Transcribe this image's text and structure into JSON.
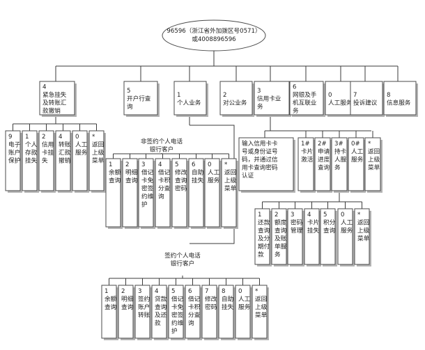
{
  "root": {
    "line1": "96596（浙江省外加拨区号0571）",
    "line2": "或4008896596"
  },
  "level1": [
    {
      "id": "L1_emergency",
      "text": "4\n紧急挂失\n及转账汇\n款撤销"
    },
    {
      "id": "L1_open",
      "text": "5\n开户行查\n询"
    },
    {
      "id": "L1_personal",
      "text": "1\n个人业务"
    },
    {
      "id": "L1_corporate",
      "text": "2\n对公业务"
    },
    {
      "id": "L1_credit",
      "text": "3\n信用卡业\n务"
    },
    {
      "id": "L1_online",
      "text": "6\n网银及手\n机互联业\n务"
    },
    {
      "id": "L1_manual",
      "text": "0\n人工服务"
    },
    {
      "id": "L1_complaint",
      "text": "7\n投诉建议"
    },
    {
      "id": "L1_info",
      "text": "8\n信息服务"
    }
  ],
  "emergency_children": [
    {
      "text": "9\n电子\n账户\n保护"
    },
    {
      "text": "1\n个人\n存款\n挂失"
    },
    {
      "text": "2\n信用\n卡挂\n失"
    },
    {
      "text": "4\n转账\n汇款\n撤销"
    },
    {
      "text": "0\n人工\n服务"
    },
    {
      "text": "*\n返回\n上级\n菜单"
    }
  ],
  "personal": {
    "nonsigned_label": "非签约个人电话\n银行客户",
    "signed_label": "签约个人电话\n银行客户",
    "nonsigned_children": [
      {
        "text": "1\n余额\n查询"
      },
      {
        "text": "2\n明细\n查询"
      },
      {
        "text": "3\n借记\n卡免\n密签\n约维\n护"
      },
      {
        "text": "4\n借记\n卡积\n分查\n询"
      },
      {
        "text": "5\n修改\n查询\n密码"
      },
      {
        "text": "6\n自助\n挂失"
      },
      {
        "text": "0\n人工\n服务"
      },
      {
        "text": "*\n返回\n上级\n菜单"
      }
    ],
    "signed_children": [
      {
        "text": "1\n余额\n查询"
      },
      {
        "text": "2\n明细\n查询"
      },
      {
        "text": "3\n签约\n账户\n转账"
      },
      {
        "text": "4\n贷款\n查询\n及还\n款"
      },
      {
        "text": "5\n借记\n卡免\n密签\n约维\n护"
      },
      {
        "text": "6\n借记\n卡积\n分查\n询"
      },
      {
        "text": "7\n修改\n密码"
      },
      {
        "text": "8\n自助\n挂失"
      },
      {
        "text": "0\n人工\n服务"
      },
      {
        "text": "*\n返回\n上级\n菜单"
      }
    ]
  },
  "credit": {
    "auth_box": "输入信用卡卡\n号或身份证号\n码，并通过信\n用卡查询密码\n认证",
    "children": [
      {
        "text": "1#\n卡片\n激活"
      },
      {
        "text": "2#\n申请\n进度\n查询"
      },
      {
        "text": "3#\n持卡\n人服\n务"
      },
      {
        "text": "0#\n人工\n服务"
      },
      {
        "text": "*\n返回\n上级\n菜单"
      }
    ],
    "holder_children": [
      {
        "text": "1\n还款\n查询\n及分\n期付\n款"
      },
      {
        "text": "2\n额度\n查询\n及账\n单服\n务"
      },
      {
        "text": "3\n密码\n管理"
      },
      {
        "text": "4\n卡片\n挂失"
      },
      {
        "text": "5\n积分\n查询"
      },
      {
        "text": "0\n人工\n服务"
      },
      {
        "text": "*\n返回\n上级\n菜单"
      }
    ]
  }
}
